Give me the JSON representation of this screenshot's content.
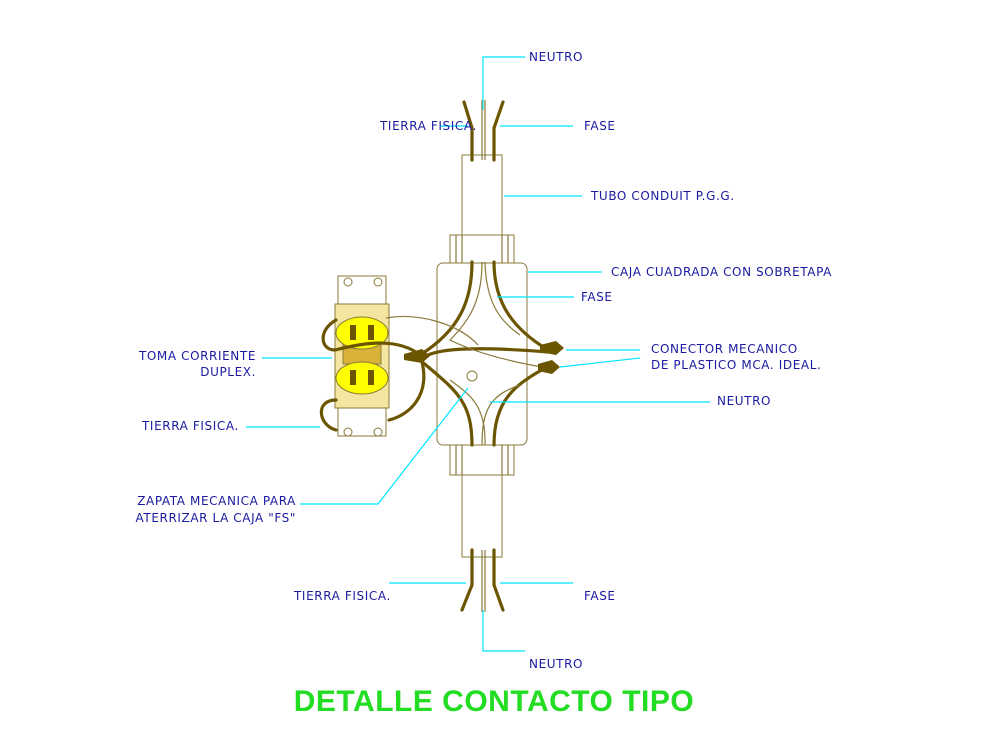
{
  "title": "DETALLE CONTACTO TIPO",
  "labels": {
    "neutro_top": "NEUTRO",
    "tierra_top": "TIERRA FISICA.",
    "fase_top": "FASE",
    "tubo": "TUBO CONDUIT P.G.G.",
    "caja": "CAJA CUADRADA CON SOBRETAPA",
    "fase_mid": "FASE",
    "conector_1": "CONECTOR MECANICO",
    "conector_2": "DE PLASTICO MCA. IDEAL.",
    "neutro_mid": "NEUTRO",
    "toma_1": "TOMA CORRIENTE",
    "toma_2": "DUPLEX.",
    "tierra_left": "TIERRA FISICA.",
    "zapata_1": "ZAPATA MECANICA PARA",
    "zapata_2": "ATERRIZAR LA CAJA \"FS\"",
    "tierra_bottom": "TIERRA FISICA.",
    "fase_bottom": "FASE",
    "neutro_bottom": "NEUTRO"
  },
  "colors": {
    "leader": "#00e5ff",
    "label_text": "#1a1aa0",
    "title": "#22dd22",
    "wire": "#6b5500",
    "outline": "#8a7a3a",
    "outlet_face": "#ffff00",
    "connector": "#6b5500"
  }
}
